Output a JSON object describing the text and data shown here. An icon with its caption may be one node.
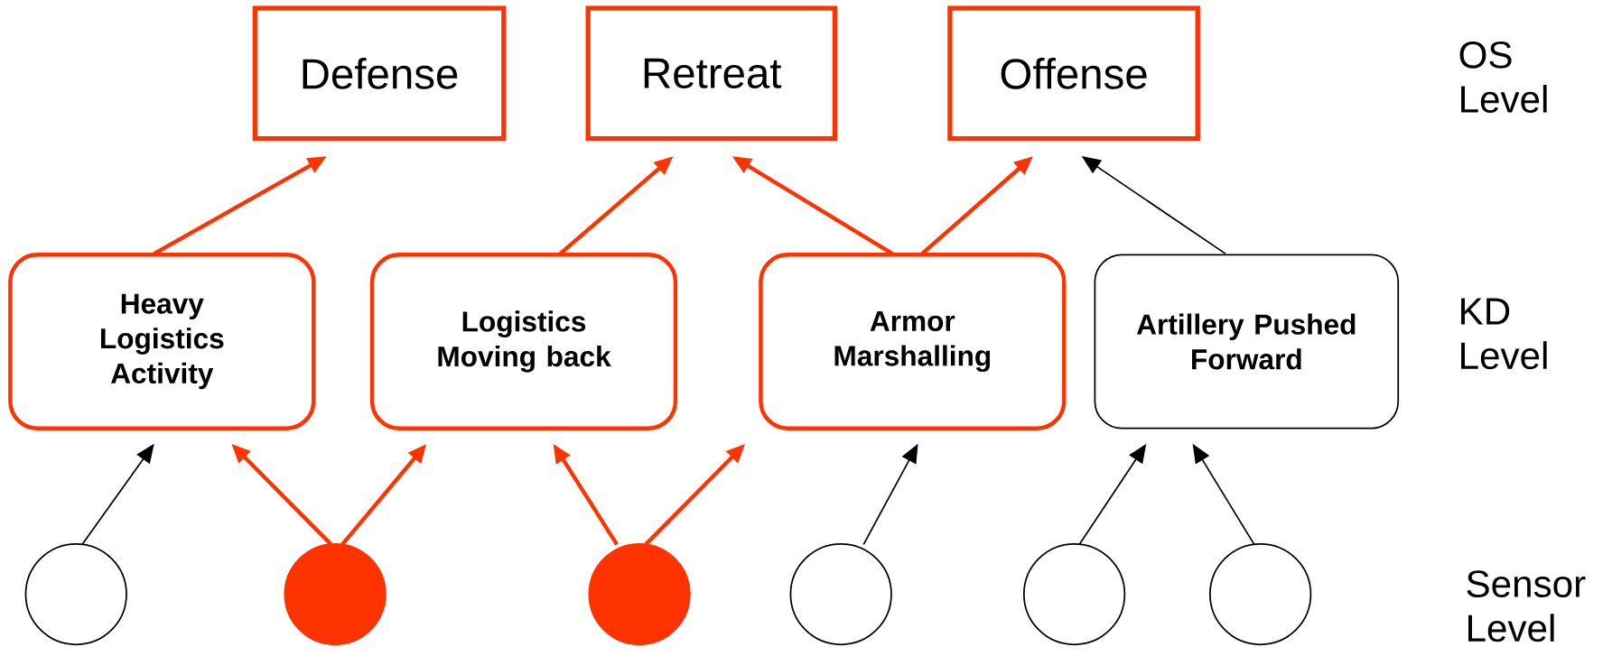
{
  "diagram": {
    "nodes": [
      {
        "text": [
          "Defense"
        ]
      },
      {
        "text": [
          "Retreat"
        ]
      },
      {
        "text": [
          "Offense"
        ]
      },
      {
        "text": [
          "Heavy Logistics Activity"
        ]
      },
      {
        "text": [
          "Logistics Moving back"
        ]
      },
      {
        "text": [
          "Armor Marshalling"
        ]
      },
      {
        "text": [
          "Artillery Pushed Forward"
        ]
      },
      {
        "text": [],
        "shape": "circle"
      },
      {
        "text": [],
        "shape": "circle"
      },
      {
        "text": [],
        "shape": "circle"
      },
      {
        "text": [],
        "shape": "circle"
      },
      {
        "text": [],
        "shape": "circle"
      },
      {
        "text": [],
        "shape": "circle"
      }
    ],
    "edges": [
      {
        "from": 3,
        "to": 0,
        "arrow": "to"
      },
      {
        "from": 4,
        "to": 1,
        "arrow": "to"
      },
      {
        "from": 5,
        "to": 1,
        "arrow": "to"
      },
      {
        "from": 5,
        "to": 2,
        "arrow": "to"
      },
      {
        "from": 6,
        "to": 2,
        "arrow": "to",
        "color": "#000000"
      },
      {
        "from": 7,
        "to": 3,
        "arrow": "to",
        "color": "#000000"
      },
      {
        "from": 8,
        "to": 3,
        "arrow": "to"
      },
      {
        "from": 8,
        "to": 4,
        "arrow": "to"
      },
      {
        "from": 9,
        "to": 4,
        "arrow": "to"
      },
      {
        "from": 9,
        "to": 5,
        "arrow": "to"
      },
      {
        "from": 10,
        "to": 5,
        "arrow": "to",
        "color": "#000000"
      },
      {
        "from": 11,
        "to": 6,
        "arrow": "to",
        "color": "#000000"
      },
      {
        "from": 12,
        "to": 6,
        "arrow": "to",
        "color": "#000000"
      }
    ],
    "labels": [
      "OS Level",
      "KD Level",
      "Sensor Level"
    ]
  }
}
